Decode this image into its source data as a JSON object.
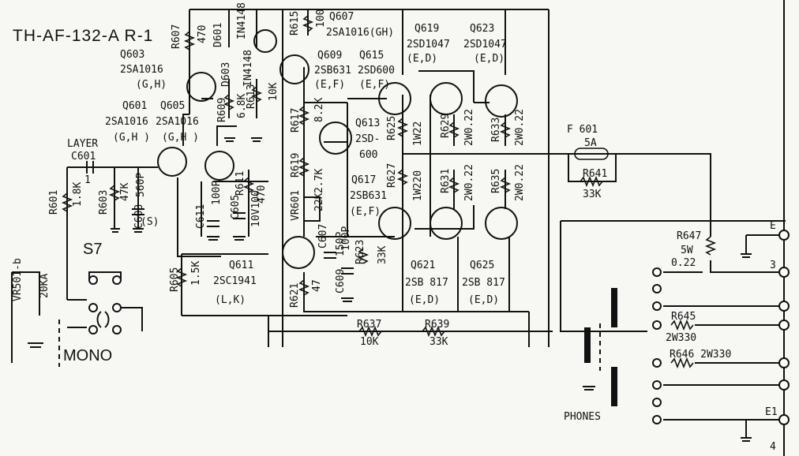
{
  "title": "TH-AF-132-A  R-1",
  "components": {
    "q603": [
      "Q603",
      "2SA1016",
      "(G,H)"
    ],
    "q601": [
      "Q601",
      "2SA1016",
      "(G,H )"
    ],
    "q605": [
      "Q605",
      "2SA1016",
      "(G,H )"
    ],
    "q607": [
      "Q607",
      "2SA1016(GH)"
    ],
    "q609": [
      "Q609",
      "2SB631",
      "(E,F)"
    ],
    "q615": [
      "Q615",
      "2SD600",
      "(E,F)"
    ],
    "q619": [
      "Q619",
      "2SD1047",
      "(E,D)"
    ],
    "q623": [
      "Q623",
      "2SD1047",
      "(E,D)"
    ],
    "q613": [
      "Q613",
      "2SD-",
      "600"
    ],
    "q617": [
      "Q617",
      "2SB631",
      "(E,F)"
    ],
    "q621": [
      "Q621",
      "2SB 817",
      "(E,D)"
    ],
    "q625": [
      "Q625",
      "2SB 817",
      "(E,D)"
    ],
    "q611": [
      "Q611",
      "2SC1941",
      "(L,K)"
    ],
    "r607": [
      "R607",
      "470"
    ],
    "r615": [
      "R615",
      "100"
    ],
    "d601": [
      "D601",
      "IN4148"
    ],
    "d603": [
      "D603",
      "IN4148"
    ],
    "r609": [
      "R609",
      "6.8K"
    ],
    "r613": [
      "R613",
      "10K"
    ],
    "r617": [
      "R617",
      "8.2K"
    ],
    "r619": [
      "R619",
      "2.7K"
    ],
    "vr601": [
      "VR601",
      "22K"
    ],
    "r625": [
      "R625",
      "1W22"
    ],
    "r629": [
      "R629",
      "2W0.22"
    ],
    "r633": [
      "R633",
      "2W0.22"
    ],
    "r627": [
      "R627",
      "1W220"
    ],
    "r631": [
      "R631",
      "2W0.22"
    ],
    "r635": [
      "R635",
      "2W0.22"
    ],
    "f601": [
      "F 601",
      "5A"
    ],
    "r641": [
      "R641",
      "33K"
    ],
    "layer": "LAYER",
    "c601": [
      "C601",
      "1"
    ],
    "r601": [
      "R601",
      "1.8K"
    ],
    "r603": [
      "R603",
      "47K"
    ],
    "c603": [
      "C603",
      "560P",
      "(S)"
    ],
    "c611": [
      "C611",
      "100P"
    ],
    "c605": [
      "C605",
      "10V100"
    ],
    "r611": [
      "R611",
      "470"
    ],
    "c607": [
      "C607",
      "150P"
    ],
    "c609": [
      "C609",
      "100P"
    ],
    "r623": [
      "R623",
      "33K"
    ],
    "r621": [
      "R621",
      "47"
    ],
    "r605": [
      "R605",
      "1.5K"
    ],
    "r637": [
      "R637",
      "10K"
    ],
    "r639": [
      "R639",
      "33K"
    ],
    "r647": [
      "R647",
      "5W",
      "0.22"
    ],
    "r645": [
      "R645",
      "2W330"
    ],
    "r646": [
      "R646 2W330"
    ],
    "s7": "S7",
    "vr501": [
      "VR501-b",
      "20KA"
    ],
    "mono": "MONO",
    "phones": "PHONES"
  },
  "terminals": [
    "E",
    "3",
    "E1",
    "4"
  ]
}
